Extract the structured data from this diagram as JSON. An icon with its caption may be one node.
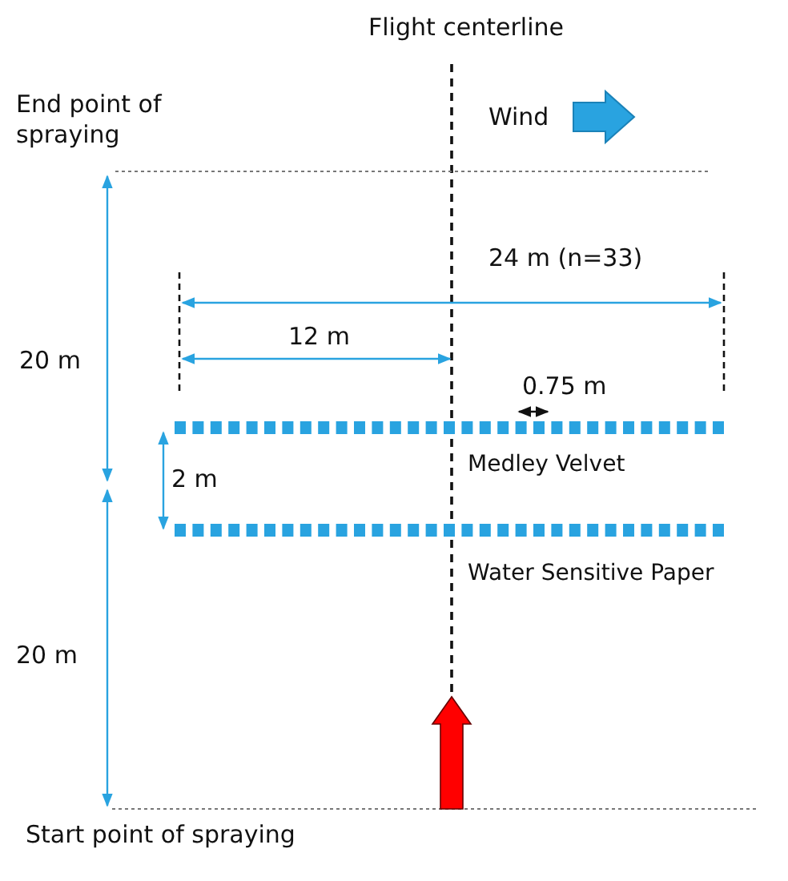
{
  "diagram": {
    "labels": [
      "Flight centerline",
      "End point of spraying",
      "Wind",
      "24 m (n=33)",
      "20 m",
      "12 m",
      "0.75 m",
      "2 m",
      "Medley Velvet",
      "Water Sensitive Paper",
      "20 m",
      "Start point of spraying"
    ]
  }
}
